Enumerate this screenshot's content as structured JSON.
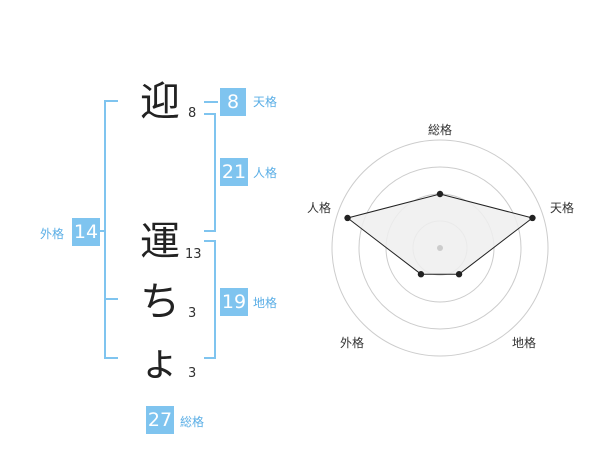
{
  "name": [
    {
      "char": "迎",
      "strokes": "8"
    },
    {
      "char": "運",
      "strokes": "13"
    },
    {
      "char": "ち",
      "strokes": "3"
    },
    {
      "char": "ょ",
      "strokes": "3"
    }
  ],
  "kakusu": {
    "tenkaku": {
      "value": "8",
      "label": "天格"
    },
    "jinkaku": {
      "value": "21",
      "label": "人格"
    },
    "chikaku": {
      "value": "19",
      "label": "地格"
    },
    "gaikaku": {
      "value": "14",
      "label": "外格"
    },
    "soukaku": {
      "value": "27",
      "label": "総格"
    }
  },
  "chart_data": {
    "type": "radar",
    "axes": [
      "総格",
      "天格",
      "地格",
      "外格",
      "人格"
    ],
    "values": [
      0.5,
      0.9,
      0.3,
      0.3,
      0.9
    ],
    "rings": 4,
    "colors": {
      "fill": "#efefef",
      "stroke": "#222222",
      "grid": "#cccccc",
      "center": "#cccccc"
    }
  }
}
